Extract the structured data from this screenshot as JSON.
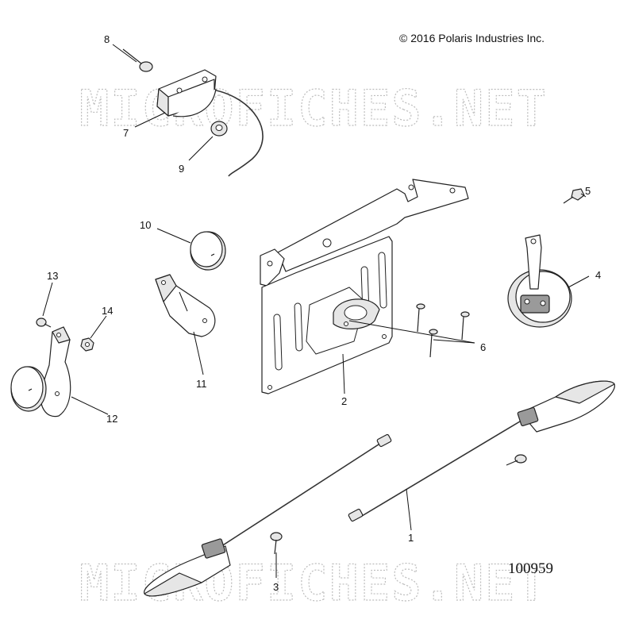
{
  "copyright": "© 2016  Polaris Industries Inc.",
  "diagram_number": "100959",
  "watermark": "MICROFICHES.NET",
  "callouts": [
    "1",
    "2",
    "3",
    "4",
    "5",
    "6",
    "7",
    "8",
    "9",
    "10",
    "11",
    "12",
    "13",
    "14"
  ]
}
